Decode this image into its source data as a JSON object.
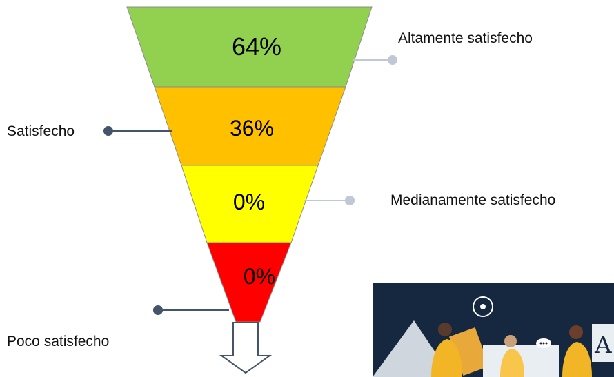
{
  "funnel": {
    "stages": [
      {
        "value": "64%",
        "category": "Altamente satisfecho",
        "color": "#92d050"
      },
      {
        "value": "36%",
        "category": "Satisfecho",
        "color": "#ffc000"
      },
      {
        "value": "0%",
        "category": "Medianamente satisfecho",
        "color": "#ffff00"
      },
      {
        "value": "0%",
        "category": "Poco satisfecho",
        "color": "#ff0000"
      }
    ],
    "stage_outline_color": "#8c8c8c",
    "connector_color_light": "#bfc8d4",
    "connector_color_dark": "#44546a"
  },
  "arrow": {
    "icon": "down-arrow-icon",
    "fill": "#ffffff",
    "stroke": "#44546a"
  },
  "photo": {
    "icon": "team-illustration-icon",
    "bg_color": "#16283f",
    "lettering": "A"
  }
}
